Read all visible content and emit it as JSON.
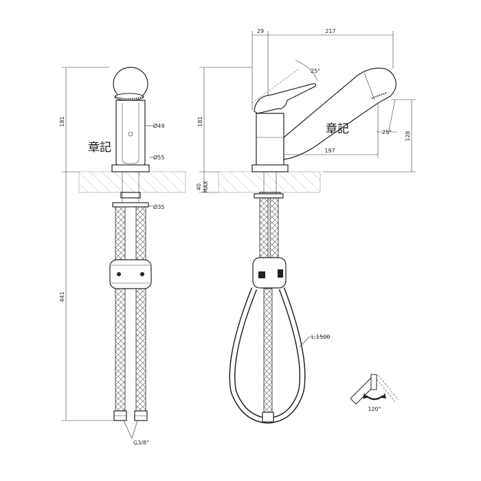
{
  "watermark": "章記",
  "dimensions": {
    "left_height": "181",
    "left_hose_length": "441",
    "body_diameter": "Ø49",
    "base_diameter": "Ø55",
    "shank_diameter": "Ø35",
    "thread": "G3/8\"",
    "offset": "29",
    "spout_length": "217",
    "lever_angle": "25°",
    "right_height": "181",
    "deck_max": "40",
    "deck_max_label": "MAX",
    "spout_reach": "197",
    "head_angle": "25°",
    "head_height": "128",
    "hose_length": "L.1500",
    "rotation": "120°"
  },
  "colors": {
    "line": "#222222",
    "hatch": "#999999"
  }
}
